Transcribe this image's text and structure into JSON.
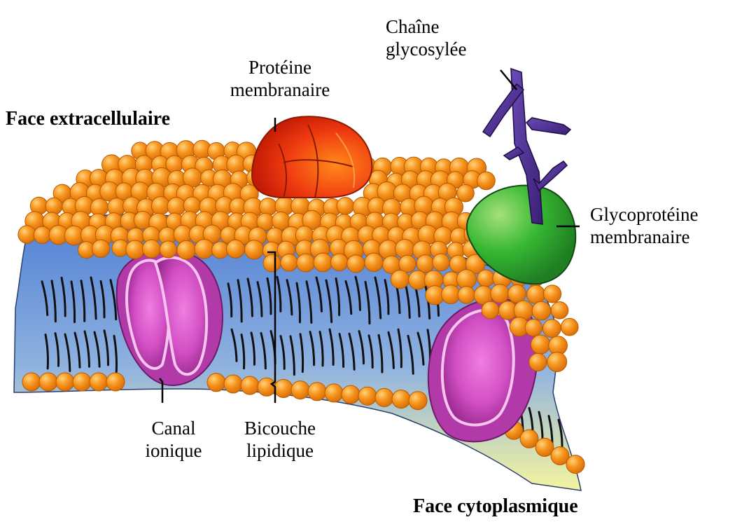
{
  "labels": {
    "face_extracellulaire": "Face extracellulaire",
    "face_cytoplasmique": "Face cytoplasmique",
    "proteine_membranaire": [
      "Protéine",
      "membranaire"
    ],
    "chaine_glycosylee": [
      "Chaîne",
      "glycosylée"
    ],
    "glycoproteine_membranaire": [
      "Glycoprotéine",
      "membranaire"
    ],
    "canal_ionique": [
      "Canal",
      "ionique"
    ],
    "bicouche_lipidique": [
      "Bicouche",
      "lipidique"
    ]
  },
  "colors": {
    "phospholipid_head": "#f7941d",
    "head_highlight": "#ffd27a",
    "head_outline": "#b85a00",
    "bilayer_top": "#5b86d6",
    "bilayer_bottom": "#f2f2a0",
    "ion_channel": "#b23aa8",
    "ion_channel_inner": "#e06ad3",
    "membrane_protein": "#ef3a10",
    "glycoprotein": "#2fae2f",
    "glycan_chain": "#4b2a8c"
  }
}
